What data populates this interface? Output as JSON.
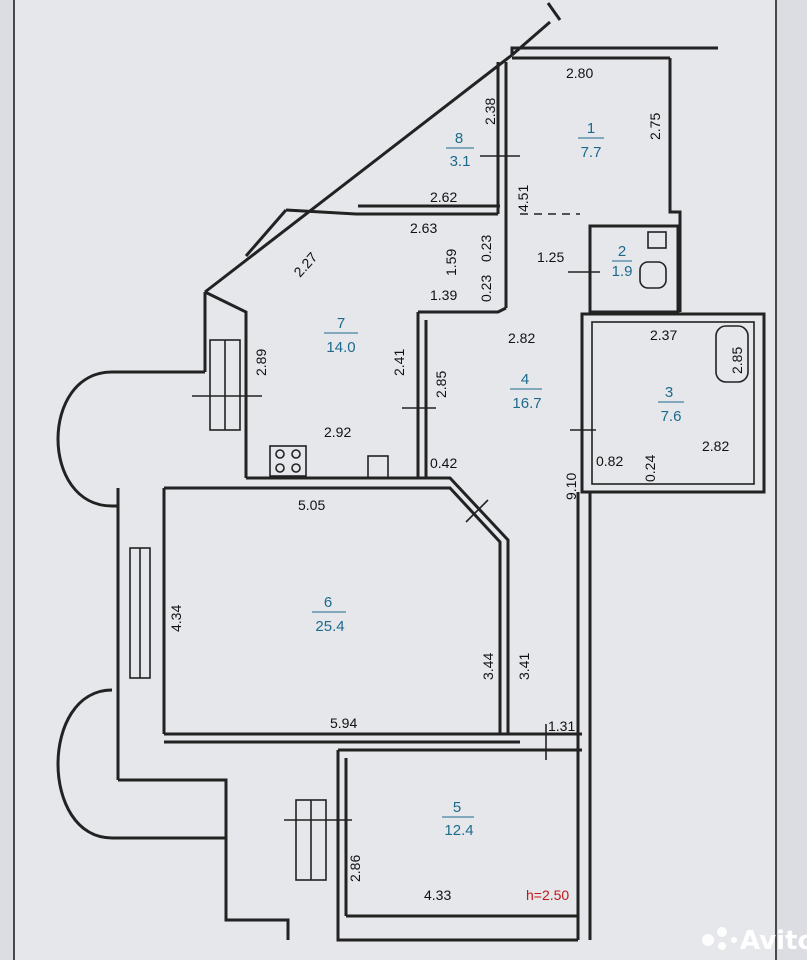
{
  "ceiling_height": "h=2.50",
  "watermark": "Avito",
  "rooms": [
    {
      "number": "1",
      "area": "7.7"
    },
    {
      "number": "2",
      "area": "1.9"
    },
    {
      "number": "3",
      "area": "7.6"
    },
    {
      "number": "4",
      "area": "16.7"
    },
    {
      "number": "5",
      "area": "12.4"
    },
    {
      "number": "6",
      "area": "25.4"
    },
    {
      "number": "7",
      "area": "14.0"
    },
    {
      "number": "8",
      "area": "3.1"
    }
  ],
  "dimensions": [
    "2.80",
    "2.75",
    "2.38",
    "2.62",
    "2.63",
    "4.51",
    "1.25",
    "1.59",
    "0.23",
    "0.23",
    "1.39",
    "2.27",
    "2.89",
    "2.41",
    "2.85",
    "2.82",
    "2.37",
    "2.85",
    "2.82",
    "0.82",
    "0.24",
    "9.10",
    "2.92",
    "0.42",
    "5.05",
    "4.34",
    "3.44",
    "3.41",
    "5.94",
    "1.31",
    "2.86",
    "4.33"
  ]
}
